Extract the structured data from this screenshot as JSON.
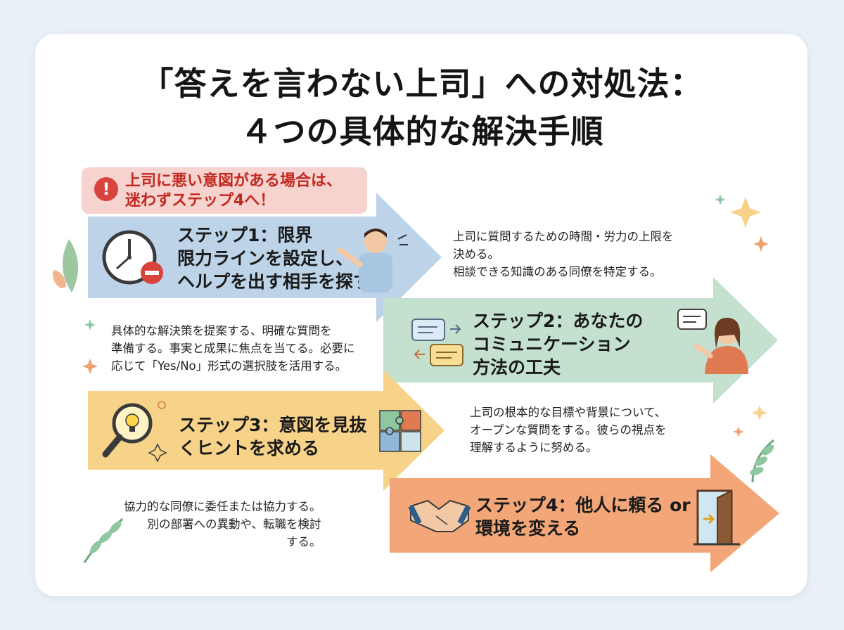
{
  "title": {
    "line1": "「答えを言わない上司」への対処法：",
    "line2": "４つの具体的な解決手順"
  },
  "warning": {
    "icon": "exclamation-icon",
    "text": "上司に悪い意図がある場合は、\n迷わずステップ4へ！"
  },
  "steps": [
    {
      "label": "ステップ1：限界\n限力ラインを設定し、\nヘルプを出す相手を探す",
      "description": "上司に質問するための時間・労力の上限を\n決める。\n相談できる知識のある同僚を特定する。",
      "color": "#bcd3e8",
      "icons": [
        "clock-icon",
        "person-pointing-icon"
      ]
    },
    {
      "label": "ステップ2：あなたの\nコミュニケーション\n方法の工夫",
      "description": "具体的な解決策を提案する、明確な質問を\n準備する。事実と成果に焦点を当てる。必要に\n応じて「Yes/No」形式の選択肢を活用する。",
      "color": "#c4e0cf",
      "icons": [
        "chat-bubbles-icon",
        "woman-speaking-icon"
      ]
    },
    {
      "label": "ステップ3：意図を見抜\nくヒントを求める",
      "description": "上司の根本的な目標や背景について、\nオープンな質問をする。彼らの視点を\n理解するように努める。",
      "color": "#f6d389",
      "icons": [
        "magnifier-lightbulb-icon",
        "puzzle-icon"
      ]
    },
    {
      "label": "ステップ4：他人に頼る or\n環境を変える",
      "description": "協力的な同僚に委任または協力する。\n別の部署への異動や、転職を検討\nする。",
      "color": "#f3a678",
      "icons": [
        "handshake-icon",
        "door-exit-icon"
      ]
    }
  ],
  "colors": {
    "warning_bg": "#f7d3d0",
    "warning_text": "#c2281f",
    "background": "#eaf0f7",
    "card": "#ffffff"
  }
}
